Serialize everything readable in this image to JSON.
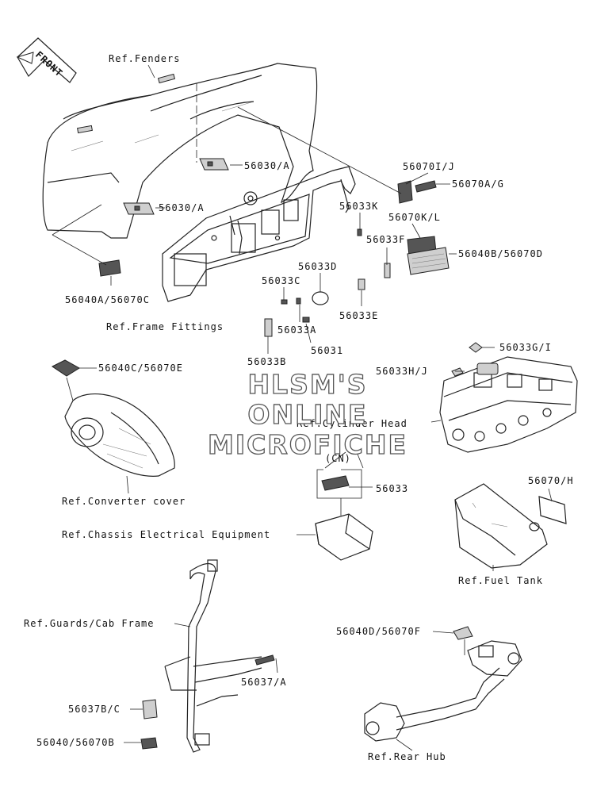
{
  "front_badge": "FRONT",
  "watermark": [
    "HLSM'S",
    "ONLINE",
    "MICROFICHE"
  ],
  "labels": {
    "ref_fenders": "Ref.Fenders",
    "p56030a_1": "56030/A",
    "p56030a_2": "56030/A",
    "p56070ij": "56070I/J",
    "p56070ag": "56070A/G",
    "p56033k": "56033K",
    "p56070kl": "56070K/L",
    "p56033f": "56033F",
    "p56040b_56070d": "56040B/56070D",
    "p56033d": "56033D",
    "p56033c": "56033C",
    "p56040a_56070c": "56040A/56070C",
    "p56033e": "56033E",
    "p56033a": "56033A",
    "ref_frame_fittings": "Ref.Frame Fittings",
    "p56031": "56031",
    "p56033b": "56033B",
    "p56033gi": "56033G/I",
    "p56040c_56070e": "56040C/56070E",
    "p56033hj": "56033H/J",
    "ref_cylinder_head": "Ref.Cylinder Head",
    "cn": "(CN)",
    "p56033": "56033",
    "p56070h": "56070/H",
    "ref_converter_cover": "Ref.Converter cover",
    "ref_chassis_electrical": "Ref.Chassis Electrical Equipment",
    "ref_fuel_tank": "Ref.Fuel Tank",
    "ref_guards_cab_frame": "Ref.Guards/Cab Frame",
    "p56040d_56070f": "56040D/56070F",
    "p56037a": "56037/A",
    "p56037bc": "56037B/C",
    "p56040_56070b": "56040/56070B",
    "ref_rear_hub": "Ref.Rear Hub"
  }
}
